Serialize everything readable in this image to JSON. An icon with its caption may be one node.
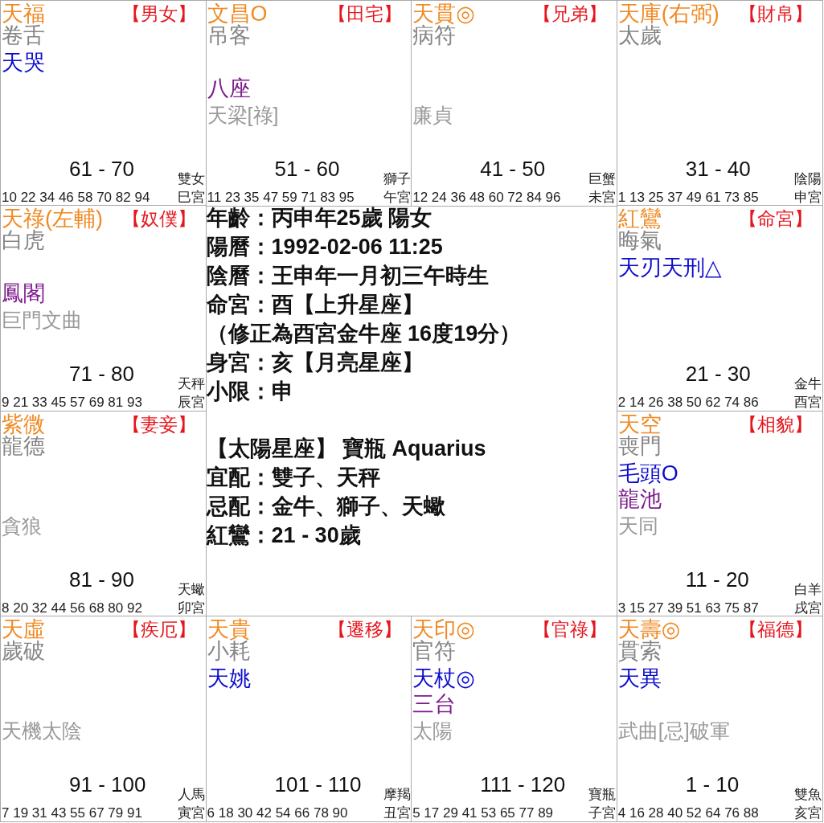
{
  "diagram": {
    "nodes": [
      {
        "text": [
          "天福",
          "【男女】",
          "卷舌",
          "天哭",
          "61 - 70",
          "雙女",
          "10 22 34 46 58 70 82 94",
          "巳宮"
        ]
      },
      {
        "text": [
          "文昌O",
          "【田宅】",
          "吊客",
          "八座",
          "天梁[祿]",
          "51 - 60",
          "獅子",
          "11 23 35 47 59 71 83 95",
          "午宮"
        ]
      },
      {
        "text": [
          "天貫◎",
          "【兄弟】",
          "病符",
          "廉貞",
          "41 - 50",
          "巨蟹",
          "12 24 36 48 60 72 84 96",
          "未宮"
        ]
      },
      {
        "text": [
          "天庫(右弼)",
          "【財帛】",
          "太歲",
          "31 - 40",
          "陰陽",
          "1 13 25 37 49 61 73 85",
          "申宮"
        ]
      },
      {
        "text": [
          "天祿(左輔)",
          "【奴僕】",
          "白虎",
          "鳳閣",
          "巨門文曲",
          "71 - 80",
          "天秤",
          "9 21 33 45 57 69 81 93",
          "辰宮"
        ]
      },
      {
        "text": [
          "年齡：丙申年25歲 陽女",
          "陽曆：1992-02-06 11:25",
          "陰曆：王申年一月初三午時生",
          "命宮：酉【上升星座】",
          "（修正為酉宮金牛座 16度19分）",
          "身宮：亥【月亮星座】",
          "小限：申",
          "【太陽星座】 寶瓶 Aquarius",
          "宜配：雙子、天秤",
          "忌配：金牛、獅子、天蠍",
          "紅鸞：21 - 30歲"
        ]
      },
      {
        "text": [
          "紅鸞",
          "【命宮】",
          "晦氣",
          "天刃天刑△",
          "21 - 30",
          "金牛",
          "2 14 26 38 50 62 74 86",
          "酉宮"
        ]
      },
      {
        "text": [
          "紫微",
          "【妻妾】",
          "龍德",
          "貪狼",
          "81 - 90",
          "天蠍",
          "8 20 32 44 56 68 80 92",
          "卯宮"
        ]
      },
      {
        "text": [
          "天空",
          "【相貌】",
          "喪門",
          "毛頭O",
          "龍池",
          "天同",
          "11 - 20",
          "白羊",
          "3 15 27 39 51 63 75 87",
          "戌宮"
        ]
      },
      {
        "text": [
          "天虛",
          "【疾厄】",
          "歲破",
          "天機太陰",
          "91 - 100",
          "人馬",
          "7 19 31 43 55 67 79 91",
          "寅宮"
        ]
      },
      {
        "text": [
          "天貴",
          "【遷移】",
          "小耗",
          "天姚",
          "101 - 110",
          "摩羯",
          "6 18 30 42 54 66 78 90",
          "丑宮"
        ]
      },
      {
        "text": [
          "天印◎",
          "【官祿】",
          "官符",
          "天杖◎",
          "三台",
          "太陽",
          "111 - 120",
          "寶瓶",
          "5 17 29 41 53 65 77 89",
          "子宮"
        ]
      },
      {
        "text": [
          "天壽◎",
          "【福德】",
          "貫索",
          "天異",
          "武曲[忌]破軍",
          "1 - 10",
          "雙魚",
          "4 16 28 40 52 64 76 88",
          "亥宮"
        ]
      }
    ]
  }
}
